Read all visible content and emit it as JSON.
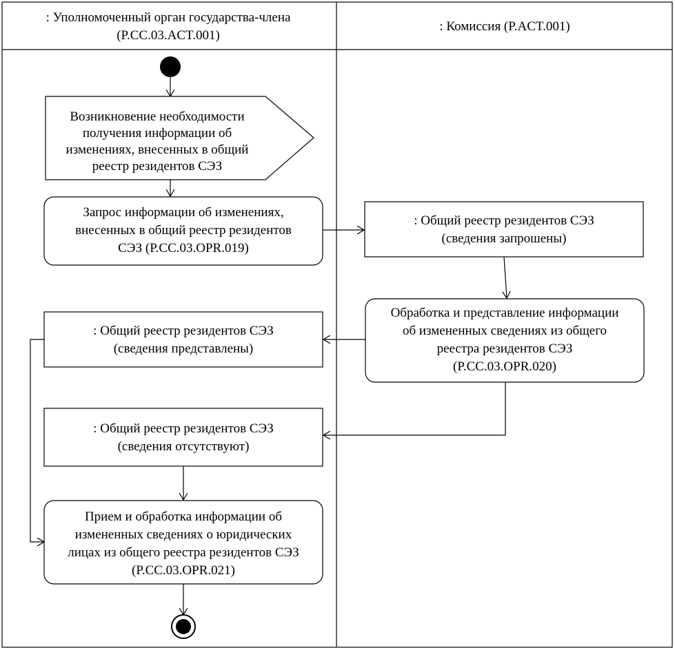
{
  "swimlanes": [
    {
      "title_line1": ": Уполномоченный орган государства-члена",
      "title_line2": "(P.CC.03.ACT.001)"
    },
    {
      "title_line1": ": Комиссия (P.ACT.001)"
    }
  ],
  "nodes": {
    "signal": [
      "Возникновение необходимости",
      "получения информации об",
      "изменениях, внесенных в общий",
      "реестр резидентов СЭЗ"
    ],
    "request": [
      "Запрос информации об изменениях,",
      "внесенных в общий реестр резидентов",
      "СЭЗ (P.CC.03.OPR.019)"
    ],
    "obj_requested": [
      ": Общий реестр резидентов СЭЗ",
      "(сведения запрошены)"
    ],
    "processing": [
      "Обработка и представление информации",
      "об измененных сведениях из общего",
      "реестра резидентов СЭЗ",
      "(P.CC.03.OPR.020)"
    ],
    "obj_provided": [
      ": Общий реестр резидентов СЭЗ",
      "(сведения представлены)"
    ],
    "obj_absent": [
      ": Общий реестр резидентов СЭЗ",
      "(сведения отсутствуют)"
    ],
    "receive": [
      "Прием и обработка информации об",
      "измененных сведениях о юридических",
      "лицах из общего реестра резидентов СЭЗ",
      "(P.CC.03.OPR.021)"
    ]
  },
  "colors": {
    "stroke": "#000000",
    "fill": "#ffffff"
  }
}
